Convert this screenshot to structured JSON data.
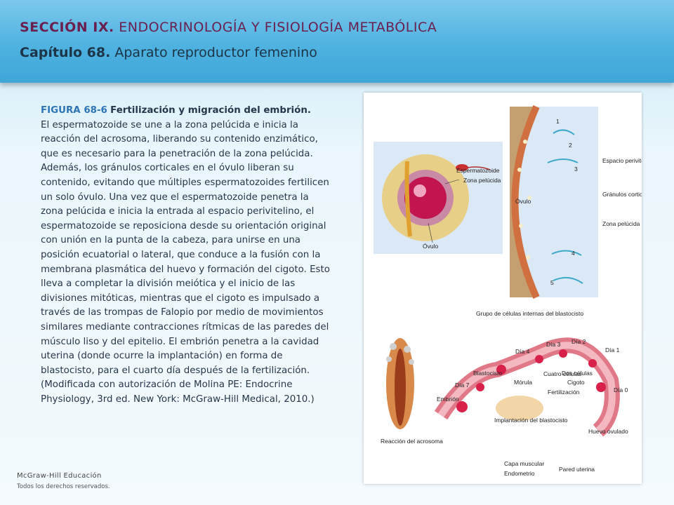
{
  "header": {
    "section_label": "SECCIÓN IX.",
    "section_name": "ENDOCRINOLOGÍA Y FISIOLOGÍA METABÓLICA",
    "chapter_label": "Capítulo 68.",
    "chapter_name": "Aparato reproductor femenino"
  },
  "caption": {
    "figure_number": "FIGURA 68-6",
    "figure_title": "Fertilización y migración del embrión.",
    "body": "El espermatozoide se une a la zona pelúcida e inicia la reacción del acrosoma, liberando su contenido enzimático, que es necesario para la penetración de la zona pelúcida. Además, los gránulos corticales en el óvulo liberan su contenido, evitando que múltiples espermatozoides fertilicen un solo óvulo. Una vez que el espermatozoide penetra la zona pelúcida e inicia la entrada al espacio perivitelino, el espermatozoide se reposiciona desde su orientación original con unión en la punta de la cabeza, para unirse en una posición ecuatorial o lateral, que conduce a la fusión con la membrana plasmática del huevo y formación del cigoto. Esto lleva a completar la división meiótica y el inicio de las divisiones mitóticas, mientras que el cigoto es impulsado a través de las trompas de Falopio por medio de movimientos similares mediante contracciones rítmicas de las paredes del músculo liso y del epitelio. El embrión penetra a la cavidad uterina (donde ocurre la implantación) en forma de blastocisto, para el cuarto día después de la fertilización. (Modificada con autorización de Molina PE: Endocrine Physiology, 3rd ed. New York: McGraw-Hill Medical, 2010.)"
  },
  "footer": {
    "brand": "McGraw-Hill Educación",
    "rights": "Todos los derechos reservados."
  },
  "figure": {
    "panel_a": {
      "spermatozoon": "Espermatozoide",
      "zona": "Zona pelúcida",
      "ovum": "Óvulo"
    },
    "panel_b": {
      "steps": [
        "1",
        "2",
        "3",
        "4",
        "5"
      ],
      "ovum": "Óvulo",
      "perivitelline": "Espacio perivitelino",
      "cortical": "Gránulos corticales",
      "zona": "Zona pelúcida"
    },
    "panel_c": {
      "acrosome": "Reacción del acrosoma"
    },
    "panel_d": {
      "inner_cells": "Grupo de células internas del blastocisto",
      "blastocyst": "Blastocisto",
      "days": [
        "Día 0",
        "Día 1",
        "Día 2",
        "Día 3",
        "Día 4",
        "Día 7"
      ],
      "morula": "Mórula",
      "four_cells": "Cuatro células",
      "two_cells": "Dos células",
      "zygote": "Cigoto",
      "fertilization": "Fertilización",
      "embryo": "Embrión",
      "implantation": "Implantación del blastocisto",
      "ovulated_egg": "Huevo ovulado",
      "muscle_layer": "Capa muscular",
      "endometrium": "Endometrio",
      "uterine_wall": "Pared uterina"
    }
  }
}
